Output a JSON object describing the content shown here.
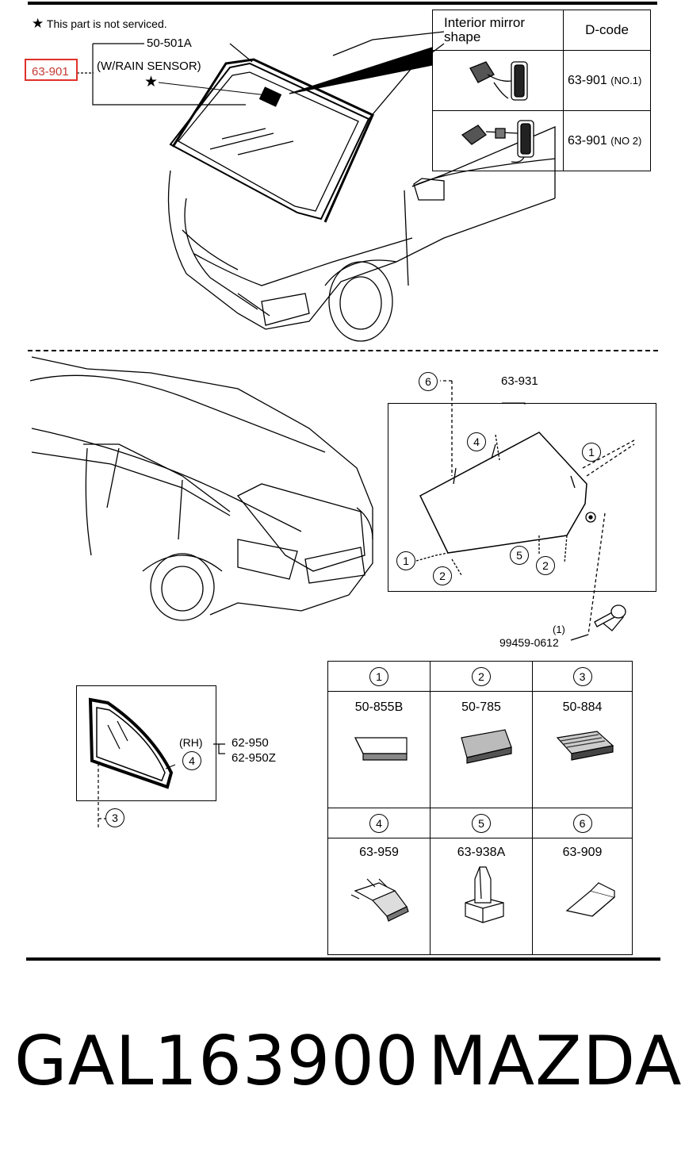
{
  "top_note": {
    "star": "★",
    "text": "This part is not serviced."
  },
  "windshield": {
    "part_no": "50-501A",
    "rain_sensor_label": "(W/RAIN SENSOR)",
    "star": "★",
    "mirror_callout": "63-901"
  },
  "mirror_table": {
    "header_shape": "Interior mirror shape",
    "header_dcode": "D-code",
    "rows": [
      {
        "dcode": "63-901",
        "variant": "(NO.1)"
      },
      {
        "dcode": "63-901",
        "variant": "(NO 2)"
      }
    ]
  },
  "rear_glass": {
    "part_no": "63-931",
    "callouts": [
      "6",
      "4",
      "1",
      "1",
      "2",
      "5",
      "2"
    ],
    "bolt_qty": "(1)",
    "bolt_part_no": "99459-0612"
  },
  "quarter_glass": {
    "side": "(RH)",
    "callout": "4",
    "part_nos": [
      "62-950",
      "62-950Z"
    ],
    "clip_callout": "3"
  },
  "parts_table": [
    {
      "num": "1",
      "part_no": "50-855B"
    },
    {
      "num": "2",
      "part_no": "50-785"
    },
    {
      "num": "3",
      "part_no": "50-884"
    },
    {
      "num": "4",
      "part_no": "63-959"
    },
    {
      "num": "5",
      "part_no": "63-938A"
    },
    {
      "num": "6",
      "part_no": "63-909"
    }
  ],
  "footer": {
    "part_code": "GAL163900",
    "brand": "MAZDA"
  },
  "colors": {
    "highlight": "#e0312b"
  }
}
